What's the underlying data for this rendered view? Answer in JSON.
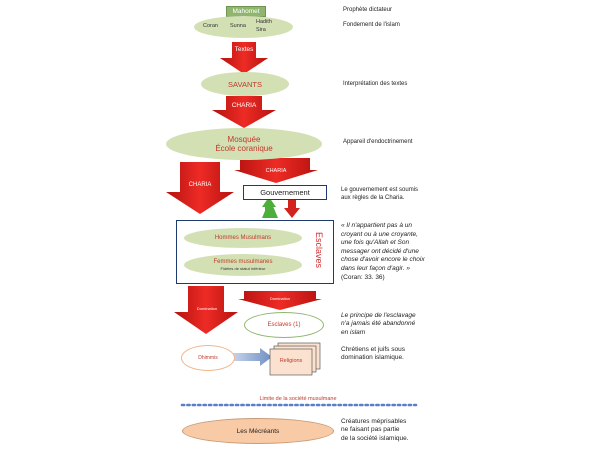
{
  "diagram": {
    "mahomet": "Mahomet",
    "sources": [
      "Coran",
      "Sunna"
    ],
    "hadith": "Hadith",
    "sira": "Sira",
    "arrow_textes": "Textes",
    "savants": "SAVANTS",
    "arrow_charia1": "CHARIA",
    "mosquee": "Mosquée",
    "ecole": "École coranique",
    "arrow_charia_left": "CHARIA",
    "arrow_charia_right": "CHARIA",
    "gouvernement": "Gouvernement",
    "hommes": "Hommes Musulmans",
    "femmes": "Femmes musulmanes",
    "femmes_sub": "Fidèles de statut inférieur",
    "esclaves_vertical": "Esclaves",
    "arrow_dominatio": "Domination",
    "arrow_domination": "Domination",
    "esclaves_box": "Esclaves (1)",
    "dhimmis": "Dhimmis",
    "religions": "Religions",
    "limite": "Limite de la société musulmane",
    "mecreants": "Les Mécréants"
  },
  "notes": {
    "prophete": "Prophète dictateur",
    "fondement": "Fondement de l'islam",
    "interpretation": "Interprétation des textes",
    "appareil": "Appareil d'endoctrinement",
    "gouv_1": "Le gouvernement est soumis",
    "gouv_2": "aux règles de la Charia.",
    "quote_1": "« Il n'appartient pas à un",
    "quote_2": "croyant ou à une croyante,",
    "quote_3": "une fois qu'Allah et Son",
    "quote_4": "messager ont décidé d'une",
    "quote_5": "chose d'avoir encore le choix",
    "quote_6": "dans leur façon d'agir. »",
    "quote_7": "(Coran: 33. 36)",
    "esclav_1": "Le principe de l'esclavage",
    "esclav_2": "n'a jamais été abandonné",
    "esclav_3": "en islam",
    "chret_1": "Chrétiens et juifs sous",
    "chret_2": "domination islamique.",
    "creat_1": "Créatures méprisables",
    "creat_2": "ne faisant pas partie",
    "creat_3": "de la société islamique."
  },
  "colors": {
    "red": "#e8211d",
    "dark_red": "#b5120f",
    "green": "#8fb56e",
    "light_green": "#d3e0b4",
    "navy": "#1f3a6e",
    "orange_ellipse": "#f8caa6",
    "up_arrow": "#4caf3c",
    "dotted_blue": "#5b7fc7"
  }
}
